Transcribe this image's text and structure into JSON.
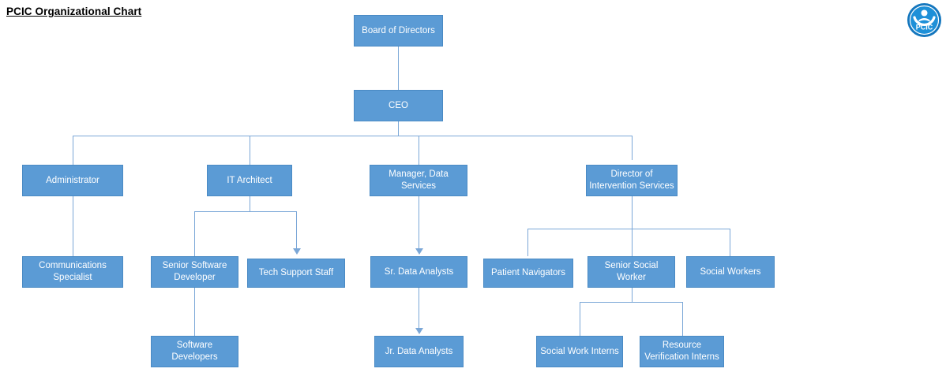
{
  "document": {
    "title": "PCIC Organizational Chart"
  },
  "logo": {
    "name": "pcic-logo",
    "text": "PCIC",
    "colors": {
      "outer_ring": "#1B7FC4",
      "inner_circle": "#1E90D8",
      "mark": "#FFFFFF"
    }
  },
  "theme": {
    "box_fill": "#5B9BD5",
    "box_border": "#4A8AC4",
    "box_text": "#FFFFFF",
    "connector": "#7BA7D7",
    "title_text": "#000000",
    "background": "#FFFFFF"
  },
  "chart_data": {
    "type": "diagram",
    "title": "PCIC Organizational Chart",
    "orientation": "top-down",
    "levels": 5,
    "nodes": [
      {
        "id": "board",
        "label": "Board of Directors",
        "level": 0,
        "parent": null
      },
      {
        "id": "ceo",
        "label": "CEO",
        "level": 1,
        "parent": "board"
      },
      {
        "id": "admin",
        "label": "Administrator",
        "level": 2,
        "parent": "ceo"
      },
      {
        "id": "itarch",
        "label": "IT Architect",
        "level": 2,
        "parent": "ceo"
      },
      {
        "id": "mgrdata",
        "label": "Manager, Data Services",
        "level": 2,
        "parent": "ceo"
      },
      {
        "id": "dirintv",
        "label": "Director of Intervention Services",
        "level": 2,
        "parent": "ceo"
      },
      {
        "id": "commspec",
        "label": "Communications Specialist",
        "level": 3,
        "parent": "admin"
      },
      {
        "id": "srswdev",
        "label": "Senior Software Developer",
        "level": 3,
        "parent": "itarch"
      },
      {
        "id": "techsupport",
        "label": "Tech Support Staff",
        "level": 3,
        "parent": "itarch"
      },
      {
        "id": "srdata",
        "label": "Sr. Data Analysts",
        "level": 3,
        "parent": "mgrdata"
      },
      {
        "id": "patnav",
        "label": "Patient Navigators",
        "level": 3,
        "parent": "dirintv"
      },
      {
        "id": "srsocial",
        "label": "Senior Social Worker",
        "level": 3,
        "parent": "dirintv"
      },
      {
        "id": "socialwork",
        "label": "Social Workers",
        "level": 3,
        "parent": "dirintv"
      },
      {
        "id": "swdevs",
        "label": "Software Developers",
        "level": 4,
        "parent": "srswdev"
      },
      {
        "id": "jrdata",
        "label": "Jr. Data Analysts",
        "level": 4,
        "parent": "srdata"
      },
      {
        "id": "swinterns",
        "label": "Social Work Interns",
        "level": 4,
        "parent": "srsocial"
      },
      {
        "id": "resverif",
        "label": "Resource Verification Interns",
        "level": 4,
        "parent": "srsocial"
      }
    ],
    "edges": [
      {
        "from": "board",
        "to": "ceo",
        "arrow": false
      },
      {
        "from": "ceo",
        "to": "admin",
        "arrow": false
      },
      {
        "from": "ceo",
        "to": "itarch",
        "arrow": false
      },
      {
        "from": "ceo",
        "to": "mgrdata",
        "arrow": false
      },
      {
        "from": "ceo",
        "to": "dirintv",
        "arrow": false
      },
      {
        "from": "admin",
        "to": "commspec",
        "arrow": false
      },
      {
        "from": "itarch",
        "to": "srswdev",
        "arrow": false
      },
      {
        "from": "itarch",
        "to": "techsupport",
        "arrow": true
      },
      {
        "from": "mgrdata",
        "to": "srdata",
        "arrow": true
      },
      {
        "from": "dirintv",
        "to": "patnav",
        "arrow": false
      },
      {
        "from": "dirintv",
        "to": "srsocial",
        "arrow": false
      },
      {
        "from": "dirintv",
        "to": "socialwork",
        "arrow": false
      },
      {
        "from": "srswdev",
        "to": "swdevs",
        "arrow": false
      },
      {
        "from": "srdata",
        "to": "jrdata",
        "arrow": true
      },
      {
        "from": "srsocial",
        "to": "swinterns",
        "arrow": false
      },
      {
        "from": "srsocial",
        "to": "resverif",
        "arrow": false
      }
    ]
  }
}
